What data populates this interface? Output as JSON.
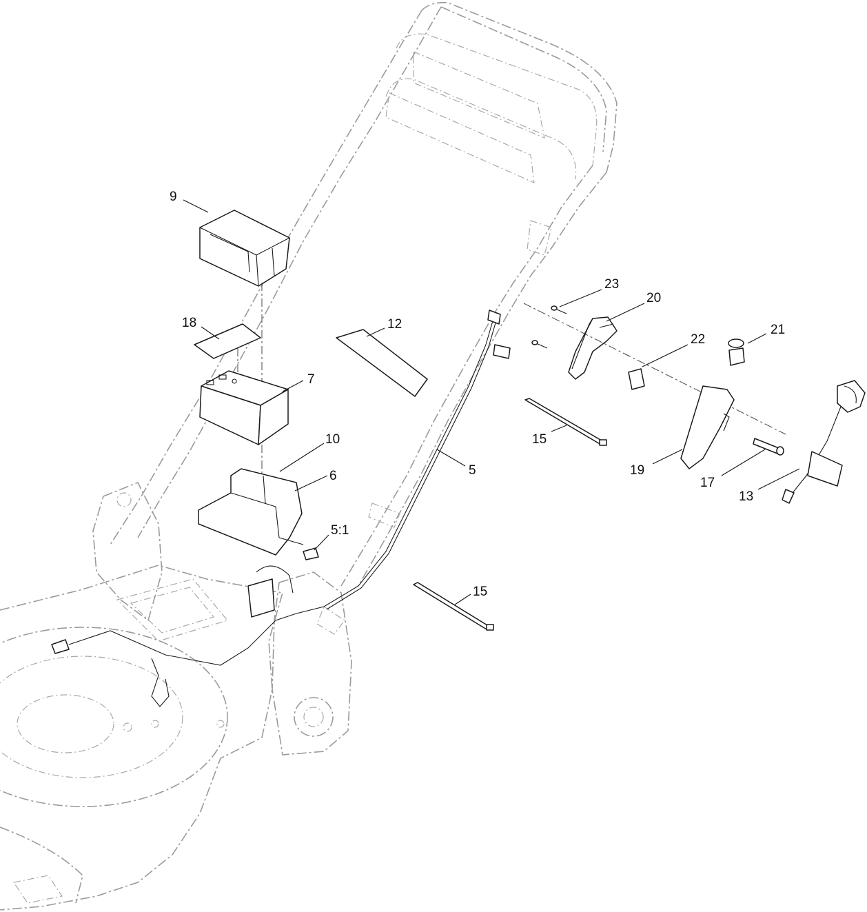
{
  "callouts": {
    "c9": "9",
    "c18": "18",
    "c7": "7",
    "c12": "12",
    "c10": "10",
    "c6": "6",
    "c5_1": "5:1",
    "c5": "5",
    "c23": "23",
    "c20": "20",
    "c22": "22",
    "c21": "21",
    "c15a": "15",
    "c19": "19",
    "c17": "17",
    "c13": "13",
    "c15b": "15"
  }
}
